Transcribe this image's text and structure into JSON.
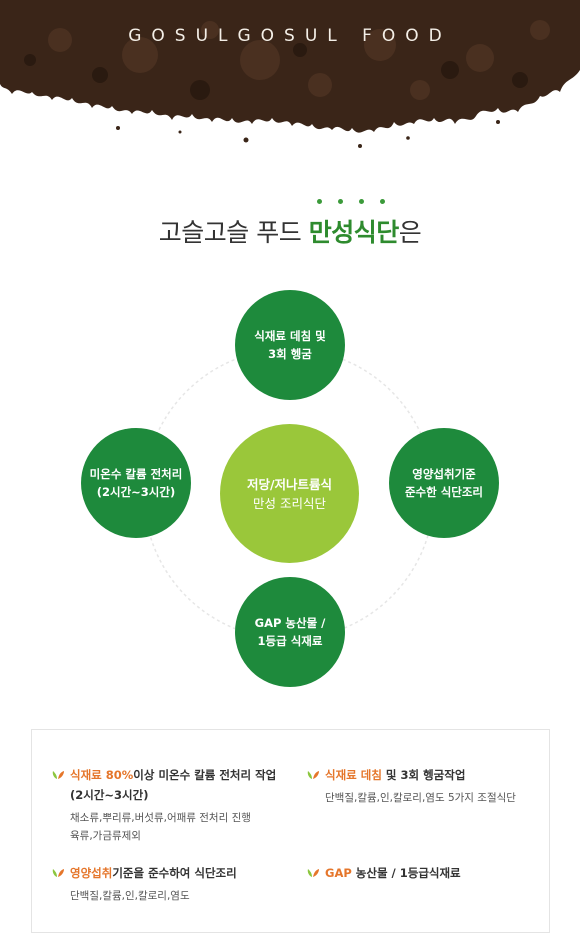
{
  "header": {
    "brand": "GOSULGOSUL FOOD"
  },
  "heading": {
    "prefix": "고슬고슬 푸드 ",
    "accent": "만성식단",
    "suffix": "은"
  },
  "diagram": {
    "center": {
      "line1": "저당/저나트륨식",
      "line2": "만성 조리식단"
    },
    "top": {
      "line1": "식재료 데침 및",
      "line2": "3회 헹굼"
    },
    "left": {
      "line1": "미온수 칼륨 전처리",
      "line2": "(2시간~3시간)"
    },
    "right": {
      "line1": "영양섭취기준",
      "line2": "준수한 식단조리"
    },
    "bottom": {
      "line1": "GAP 농산물  /",
      "line2": "1등급 식재료"
    }
  },
  "info": {
    "item1": {
      "highlight": "식재료 80%",
      "title_rest": "이상 미온수 칼륨 전처리 작업",
      "title_line2": "(2시간~3시간)",
      "sub1": "채소류,뿌리류,버섯류,어패류 전처리 진행",
      "sub2": "육류,가금류제외"
    },
    "item2": {
      "highlight": "식재료 데침",
      "title_rest": " 및 3회 헹굼작업",
      "sub1": "단백질,칼륨,인,칼로리,염도 5가지 조절식단"
    },
    "item3": {
      "highlight": "영양섭취",
      "title_rest": "기준을 준수하여 식단조리",
      "sub1": "단백질,칼륨,인,칼로리,염도"
    },
    "item4": {
      "highlight": "GAP",
      "title_rest": " 농산물 / 1등급식재료"
    }
  },
  "colors": {
    "soil": "#3a2518",
    "green": "#1e8a3c",
    "light_green": "#9ac73a",
    "accent_orange": "#e5762b",
    "heading_green": "#2e8b2e"
  },
  "icons": [
    "leaf-icon"
  ]
}
